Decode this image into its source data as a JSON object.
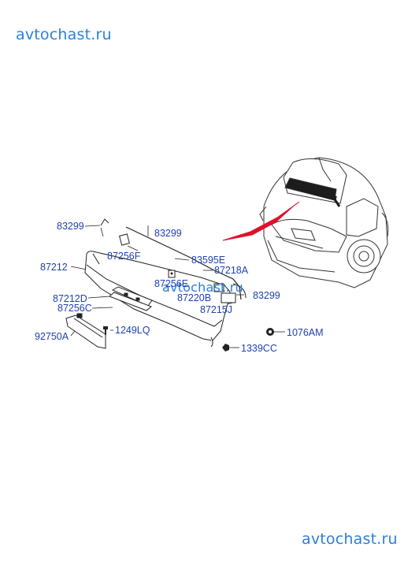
{
  "watermark": {
    "top": "avtochast.ru",
    "middle": "avtochast.ru",
    "bottom": "avtochast.ru"
  },
  "parts": {
    "p83299_left": "83299",
    "p83299_mid": "83299",
    "p83299_right": "83299",
    "p87256F": "87256F",
    "p83595E": "83595E",
    "p87212": "87212",
    "p87218A": "87218A",
    "p87256E": "87256E",
    "p87220B": "87220B",
    "p87212D": "87212D",
    "p87256C": "87256C",
    "p87215J": "87215J",
    "p1249LQ": "1249LQ",
    "p92750A": "92750A",
    "p1076AM": "1076AM",
    "p1339CC": "1339CC"
  }
}
